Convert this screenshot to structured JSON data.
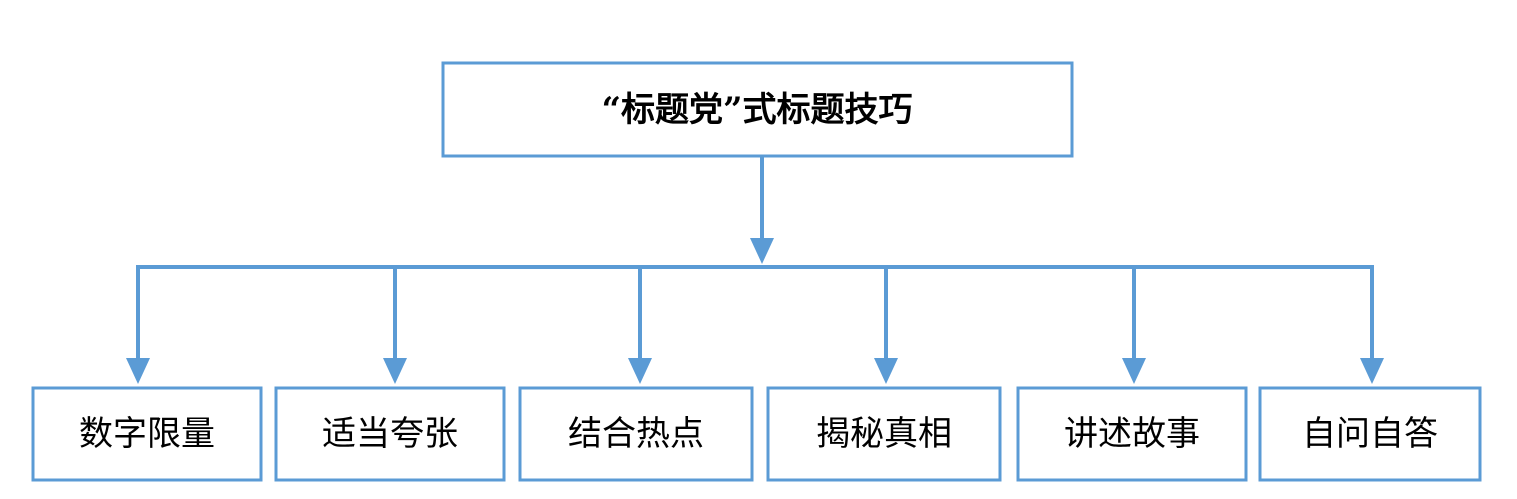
{
  "diagram": {
    "root": {
      "label": "“标题党”式标题技巧"
    },
    "children": [
      {
        "label": "数字限量"
      },
      {
        "label": "适当夸张"
      },
      {
        "label": "结合热点"
      },
      {
        "label": "揭秘真相"
      },
      {
        "label": "讲述故事"
      },
      {
        "label": "自问自答"
      }
    ],
    "colors": {
      "line": "#5b9bd5",
      "box_border": "#5b9bd5",
      "text": "#000000"
    }
  }
}
